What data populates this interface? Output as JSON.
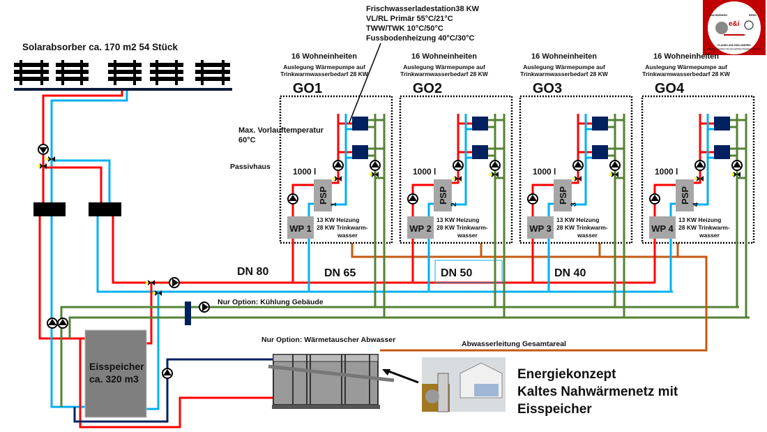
{
  "solar": {
    "label": "Solarabsorber ca. 170 m2 54 Stück"
  },
  "notes": {
    "max_temp_1": "Max. Vorlauftemperatur",
    "max_temp_2": "60°C",
    "passivhaus": "Passivhaus"
  },
  "fresh_water": {
    "lines": [
      "Frischwasserladestation38 KW",
      "VL/RL Primär 55°C/21°C",
      "TWW/TWK  10°C/50°C",
      "Fussbodenheizung 40°C/30°C"
    ]
  },
  "buildings": [
    {
      "title": "GO1",
      "units": "16 Wohneinheiten",
      "design_1": "Auslegung  Wärmepumpe auf",
      "design_2": "Trinkwarmwasserbedarf  28 KW",
      "tank": "1000 l",
      "psp": "PSP",
      "psp_no": "1",
      "wp": "WP 1",
      "spec_1": "13 KW Heizung",
      "spec_2": "28 KW Trinkwarm-",
      "spec_3": "wasser"
    },
    {
      "title": "GO2",
      "units": "16 Wohneinheiten",
      "design_1": "Auslegung  Wärmepumpe auf",
      "design_2": "Trinkwarmwasserbedarf  28 KW",
      "tank": "1000 l",
      "psp": "PSP",
      "psp_no": "2",
      "wp": "WP 2",
      "spec_1": "13 KW Heizung",
      "spec_2": "28 KW Trinkwarm-",
      "spec_3": "wasser"
    },
    {
      "title": "GO3",
      "units": "16 Wohneinheiten",
      "design_1": "Auslegung  Wärmepumpe auf",
      "design_2": "Trinkwarmwasserbedarf  28 KW",
      "tank": "1000 l",
      "psp": "PSP",
      "psp_no": "3",
      "wp": "WP 3",
      "spec_1": "13 KW Heizung",
      "spec_2": "28 KW Trinkwarm-",
      "spec_3": "wasser"
    },
    {
      "title": "GO4",
      "units": "16 Wohneinheiten",
      "design_1": "Auslegung  Wärmepumpe auf",
      "design_2": "Trinkwarmwasserbedarf  28 KW",
      "tank": "1000 l",
      "psp": "PSP",
      "psp_no": "4",
      "wp": "WP 4",
      "spec_1": "13 KW Heizung",
      "spec_2": "28 KW Trinkwarm-",
      "spec_3": "wasser"
    }
  ],
  "pipes": {
    "dn80": "DN 80",
    "dn65": "DN 65",
    "dn50": "DN 50",
    "dn40": "DN 40"
  },
  "options": {
    "cooling": "Nur Option: Kühlung Gebäude",
    "wastewater_hx": "Nur Option: Wärmetauscher Abwasser",
    "wastewater_line": "Abwasserleitung Gesamtareal"
  },
  "ice_storage": {
    "line_1": "Eisspeicher",
    "line_2": "ca. 320 m3"
  },
  "title": {
    "line_1": "Energiekonzept",
    "line_2": "Kaltes Nahwärmenetz mit",
    "line_3": "Eisspeicher"
  },
  "logo": {
    "top_left": "NACHDENKEN",
    "top_right": "IDEEN",
    "bottom_1": "PLANEN UND REALISIEREN",
    "bottom_2": "E&I Ingenieurbüro für erneuerbare Energien und TGA"
  },
  "colors": {
    "supply": "#ff0000",
    "return": "#00b0f0",
    "green": "#548235",
    "wastewater": "#c55a11",
    "dark_blue": "#002060",
    "grey": "#a6a6a6"
  }
}
